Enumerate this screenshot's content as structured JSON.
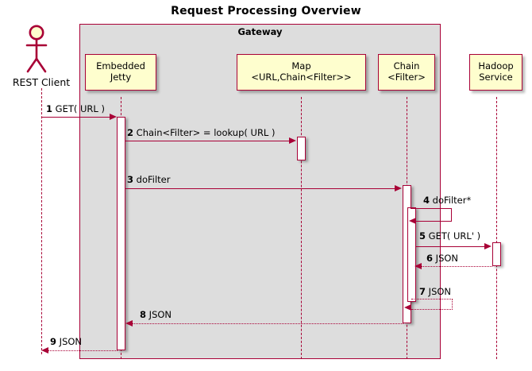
{
  "title": "Request Processing Overview",
  "frame": {
    "label": "Gateway",
    "fill": "#dddddd",
    "stroke": "#A80036"
  },
  "colors": {
    "stroke": "#A80036",
    "participant_fill": "#FEFECE",
    "frame_fill": "#dddddd",
    "activation_fill": "#FFFFFF",
    "text": "#000000"
  },
  "actor": {
    "name": "REST Client",
    "icon": "stick-figure-actor-icon"
  },
  "participants": [
    {
      "id": "jetty",
      "line1": "Embedded",
      "line2": "Jetty"
    },
    {
      "id": "map",
      "line1": "Map",
      "line2": "<URL,Chain<Filter>>"
    },
    {
      "id": "chain",
      "line1": "Chain",
      "line2": "<Filter>"
    },
    {
      "id": "hadoop",
      "line1": "Hadoop",
      "line2": "Service"
    }
  ],
  "messages": [
    {
      "num": "1",
      "text": "GET( URL )",
      "from": "REST Client",
      "to": "Embedded Jetty",
      "kind": "call",
      "dir": "right"
    },
    {
      "num": "2",
      "text": "Chain<Filter> = lookup( URL )",
      "from": "Embedded Jetty",
      "to": "Map",
      "kind": "call",
      "dir": "right"
    },
    {
      "num": "3",
      "text": "doFilter",
      "from": "Embedded Jetty",
      "to": "Chain",
      "kind": "call",
      "dir": "right"
    },
    {
      "num": "4",
      "text": "doFilter*",
      "from": "Chain",
      "to": "Chain",
      "kind": "self-call",
      "dir": "self"
    },
    {
      "num": "5",
      "text": "GET( URL' )",
      "from": "Chain",
      "to": "Hadoop Service",
      "kind": "call",
      "dir": "right"
    },
    {
      "num": "6",
      "text": "JSON",
      "from": "Hadoop Service",
      "to": "Chain",
      "kind": "return",
      "dir": "left"
    },
    {
      "num": "7",
      "text": "JSON",
      "from": "Chain",
      "to": "Chain",
      "kind": "self-return",
      "dir": "self"
    },
    {
      "num": "8",
      "text": "JSON",
      "from": "Chain",
      "to": "Embedded Jetty",
      "kind": "return",
      "dir": "left"
    },
    {
      "num": "9",
      "text": "JSON",
      "from": "Embedded Jetty",
      "to": "REST Client",
      "kind": "return",
      "dir": "left"
    }
  ]
}
